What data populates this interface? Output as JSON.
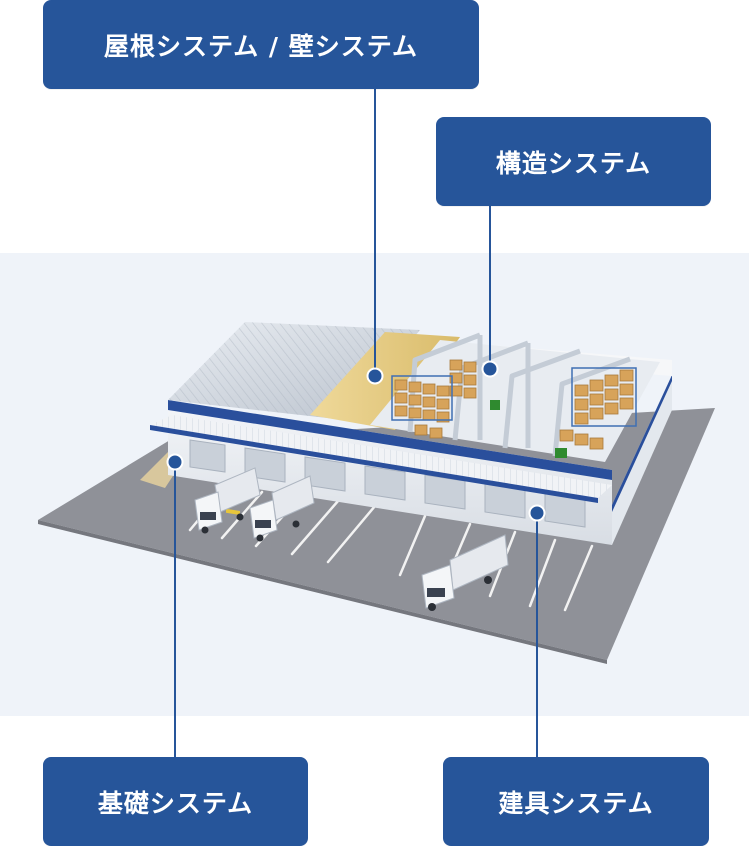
{
  "labels": {
    "roof_wall": "屋根システム / 壁システム",
    "structure": "構造システム",
    "foundation": "基礎システム",
    "fittings": "建具システム"
  },
  "colors": {
    "label_bg": "#26559a",
    "label_text": "#ffffff",
    "band_bg": "#eff3f9",
    "ground": "#8e9097",
    "accent_blue": "#2a4f9c",
    "leader_line": "#26559a"
  },
  "icons": {
    "marker": "callout-dot"
  }
}
